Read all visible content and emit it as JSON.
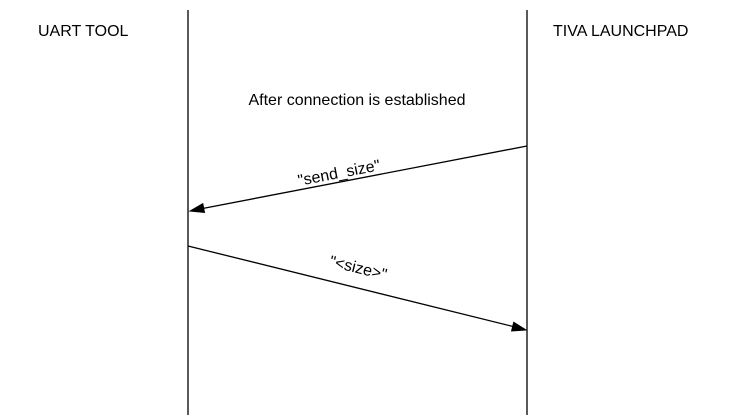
{
  "participants": {
    "left": "UART TOOL",
    "right": "TIVA LAUNCHPAD"
  },
  "note": "After connection is established",
  "messages": [
    {
      "label": "\"send_size\"",
      "from": "TIVA LAUNCHPAD",
      "to": "UART TOOL"
    },
    {
      "label": "\"<size>\"",
      "from": "UART TOOL",
      "to": "TIVA LAUNCHPAD"
    }
  ],
  "colors": {
    "line": "#000000",
    "text": "#000000",
    "background": "#ffffff"
  }
}
